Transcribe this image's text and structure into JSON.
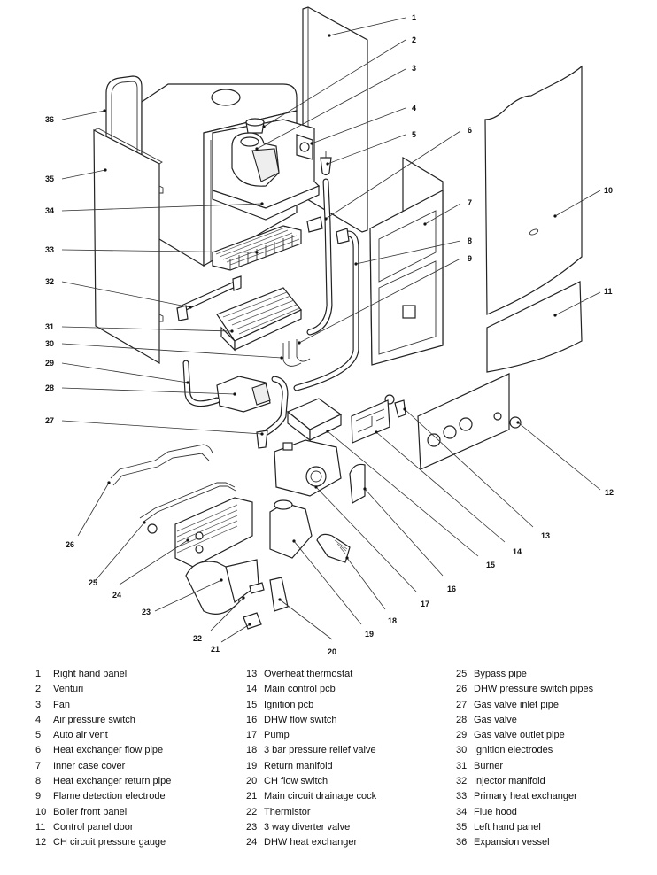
{
  "diagram": {
    "title": "Boiler exploded parts view",
    "callouts": [
      {
        "num": "1"
      },
      {
        "num": "2"
      },
      {
        "num": "3"
      },
      {
        "num": "4"
      },
      {
        "num": "5"
      },
      {
        "num": "6"
      },
      {
        "num": "7"
      },
      {
        "num": "8"
      },
      {
        "num": "9"
      },
      {
        "num": "10"
      },
      {
        "num": "11"
      },
      {
        "num": "12"
      },
      {
        "num": "13"
      },
      {
        "num": "14"
      },
      {
        "num": "15"
      },
      {
        "num": "16"
      },
      {
        "num": "17"
      },
      {
        "num": "18"
      },
      {
        "num": "19"
      },
      {
        "num": "20"
      },
      {
        "num": "21"
      },
      {
        "num": "22"
      },
      {
        "num": "23"
      },
      {
        "num": "24"
      },
      {
        "num": "25"
      },
      {
        "num": "26"
      },
      {
        "num": "27"
      },
      {
        "num": "28"
      },
      {
        "num": "29"
      },
      {
        "num": "30"
      },
      {
        "num": "31"
      },
      {
        "num": "32"
      },
      {
        "num": "33"
      },
      {
        "num": "34"
      },
      {
        "num": "35"
      },
      {
        "num": "36"
      }
    ]
  },
  "legend": {
    "columns": [
      [
        {
          "num": "1",
          "label": "Right hand panel"
        },
        {
          "num": "2",
          "label": "Venturi"
        },
        {
          "num": "3",
          "label": "Fan"
        },
        {
          "num": "4",
          "label": "Air pressure switch"
        },
        {
          "num": "5",
          "label": "Auto air vent"
        },
        {
          "num": "6",
          "label": "Heat exchanger flow pipe"
        },
        {
          "num": "7",
          "label": "Inner case cover"
        },
        {
          "num": "8",
          "label": "Heat exchanger return pipe"
        },
        {
          "num": "9",
          "label": "Flame detection electrode"
        },
        {
          "num": "10",
          "label": "Boiler front panel"
        },
        {
          "num": "11",
          "label": "Control panel door"
        },
        {
          "num": "12",
          "label": "CH circuit pressure gauge"
        }
      ],
      [
        {
          "num": "13",
          "label": "Overheat thermostat"
        },
        {
          "num": "14",
          "label": "Main control pcb"
        },
        {
          "num": "15",
          "label": "Ignition pcb"
        },
        {
          "num": "16",
          "label": "DHW flow switch"
        },
        {
          "num": "17",
          "label": "Pump"
        },
        {
          "num": "18",
          "label": "3 bar pressure relief valve"
        },
        {
          "num": "19",
          "label": "Return manifold"
        },
        {
          "num": "20",
          "label": "CH flow switch"
        },
        {
          "num": "21",
          "label": "Main circuit drainage cock"
        },
        {
          "num": "22",
          "label": "Thermistor"
        },
        {
          "num": "23",
          "label": "3 way diverter valve"
        },
        {
          "num": "24",
          "label": "DHW heat exchanger"
        }
      ],
      [
        {
          "num": "25",
          "label": "Bypass pipe"
        },
        {
          "num": "26",
          "label": "DHW pressure switch pipes"
        },
        {
          "num": "27",
          "label": "Gas valve inlet pipe"
        },
        {
          "num": "28",
          "label": "Gas valve"
        },
        {
          "num": "29",
          "label": "Gas valve outlet pipe"
        },
        {
          "num": "30",
          "label": "Ignition electrodes"
        },
        {
          "num": "31",
          "label": "Burner"
        },
        {
          "num": "32",
          "label": "Injector manifold"
        },
        {
          "num": "33",
          "label": "Primary heat exchanger"
        },
        {
          "num": "34",
          "label": "Flue hood"
        },
        {
          "num": "35",
          "label": "Left hand panel"
        },
        {
          "num": "36",
          "label": "Expansion vessel"
        }
      ]
    ]
  }
}
